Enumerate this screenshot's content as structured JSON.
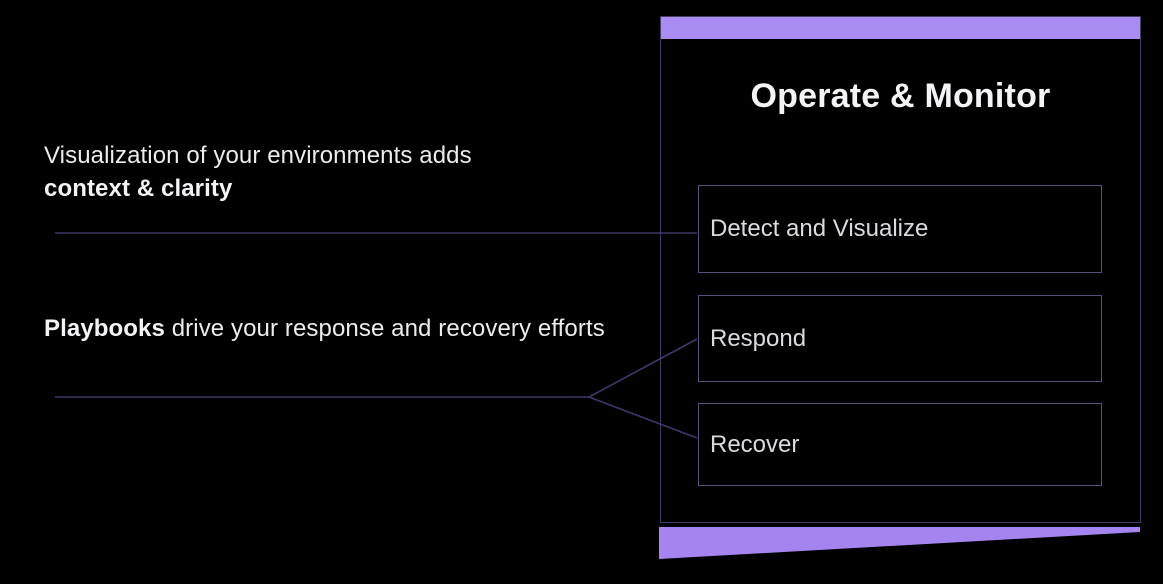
{
  "slide": {
    "callout_visualization": {
      "line1": "Visualization of your environments adds",
      "line2": "context & clarity"
    },
    "callout_playbooks": {
      "bold": "Playbooks",
      "rest": " drive your response and recovery efforts"
    },
    "panel": {
      "title": "Operate & Monitor",
      "steps": [
        {
          "label": "Detect and Visualize"
        },
        {
          "label": "Respond"
        },
        {
          "label": "Recover"
        }
      ]
    },
    "colors": {
      "bg": "#000000",
      "accent_bar": "#a98cf2",
      "accent_wedge": "#a584ef",
      "panel_border": "#443d63",
      "box_border": "#57517d",
      "connector": "#3e3869",
      "text_primary": "#ececec",
      "text_bright": "#f4f3f6",
      "box_label": "#dcdae0"
    }
  }
}
